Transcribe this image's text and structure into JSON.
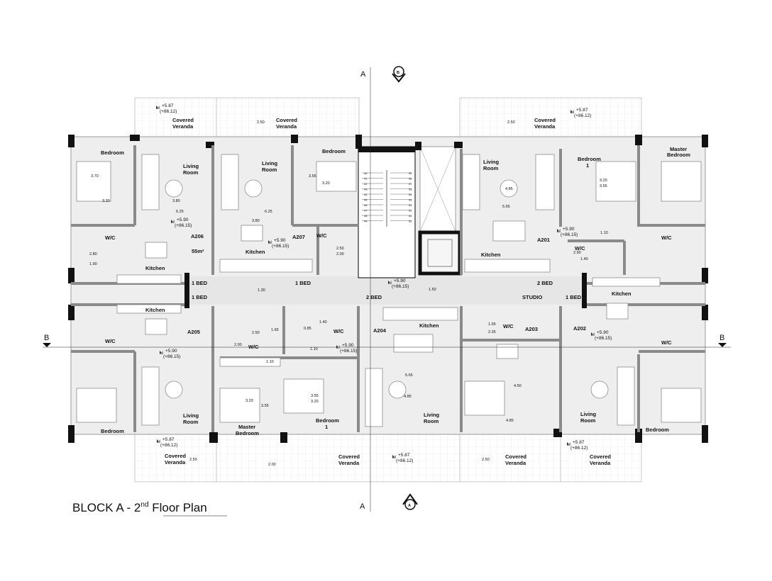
{
  "title": {
    "main": "BLOCK A - 2",
    "sup": "nd",
    "rest": " Floor Plan"
  },
  "section_markers": {
    "a": "A",
    "b": "B"
  },
  "units": [
    "A206",
    "A207",
    "A201",
    "A205",
    "A204",
    "A203",
    "A202"
  ],
  "area_label": "55m²",
  "bed_tags": [
    "1 BED",
    "1 BED",
    "1 BED",
    "2 BED",
    "2 BED",
    "1 BED",
    "STUDIO"
  ],
  "rooms": {
    "bedroom": "Bedroom",
    "living": "Living",
    "room": "Room",
    "wc": "W/C",
    "kitchen": "Kitchen",
    "master": "Master",
    "covered": "Covered",
    "veranda": "Veranda",
    "one": "1"
  },
  "levels": {
    "floor": "+5.90",
    "floor_abs": "(+86.15)",
    "veranda": "+5.87",
    "veranda_abs": "(+86.12)"
  },
  "dims": [
    "3.70",
    "3.20",
    "3.80",
    "6.25",
    "3.80",
    "6.25",
    "3.55",
    "3.20",
    "2.50",
    "2.00",
    "2.80",
    "1.90",
    "1.30",
    "1.50",
    "4.85",
    "5.65",
    "3.20",
    "3.55",
    "1.10",
    "2.90",
    "1.40",
    "2.50",
    "2.00",
    "1.65",
    "0.85",
    "1.40",
    "1.10",
    "1.10",
    "3.20",
    "3.55",
    "3.55",
    "3.20",
    "5.65",
    "4.85",
    "1.65",
    "2.35",
    "4.50",
    "4.85",
    "2.50",
    "2.50",
    "2.50",
    "2.00",
    "2.50"
  ],
  "stair_numbers": [
    "40",
    "41",
    "42",
    "43",
    "44",
    "45",
    "46",
    "47",
    "48",
    "49",
    "50",
    "51",
    "52",
    "53",
    "54",
    "55",
    "56",
    "57",
    "58",
    "59"
  ]
}
